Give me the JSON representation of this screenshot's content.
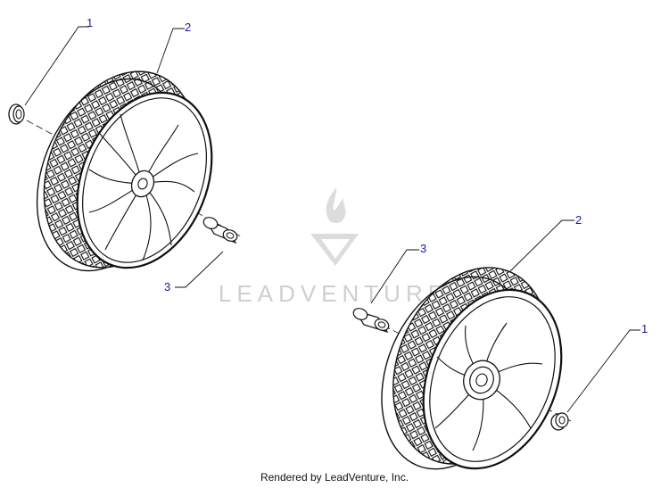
{
  "callouts": {
    "left_hub_cap": "1",
    "left_wheel": "2",
    "left_bushing": "3",
    "right_bushing": "3",
    "right_wheel": "2",
    "right_hub_cap": "1"
  },
  "watermark": {
    "text": "LEADVENTURE"
  },
  "footer": {
    "text": "Rendered by LeadVenture, Inc."
  },
  "colors": {
    "callout": "#1a1aa8",
    "line": "#111111",
    "watermark": "#c8c8c8"
  }
}
